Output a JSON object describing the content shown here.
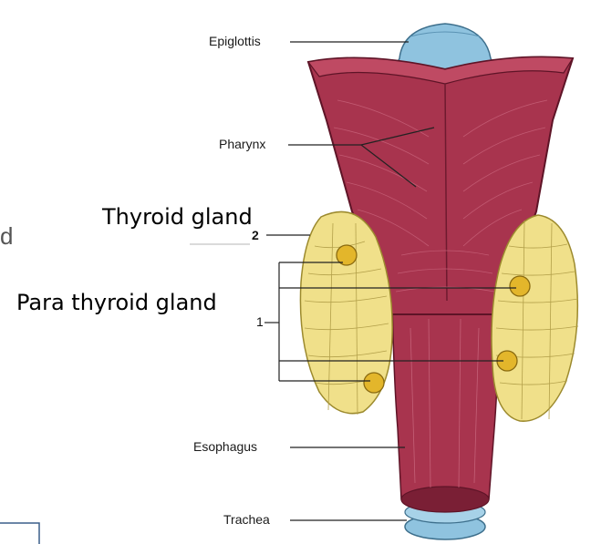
{
  "labels": {
    "epiglottis": "Epiglottis",
    "pharynx": "Pharynx",
    "esophagus": "Esophagus",
    "trachea": "Trachea",
    "thyroid_gland": "Thyroid gland",
    "parathyroid_gland": "Para thyroid gland",
    "marker_2": "2",
    "marker_1": "1"
  },
  "left_edge_fragment": "d",
  "colors": {
    "muscle": "#a8344e",
    "muscle_dark": "#7a1f35",
    "thyroid": "#f0e08a",
    "parathyroid": "#e3b62b",
    "cartilage": "#8fc3df"
  }
}
